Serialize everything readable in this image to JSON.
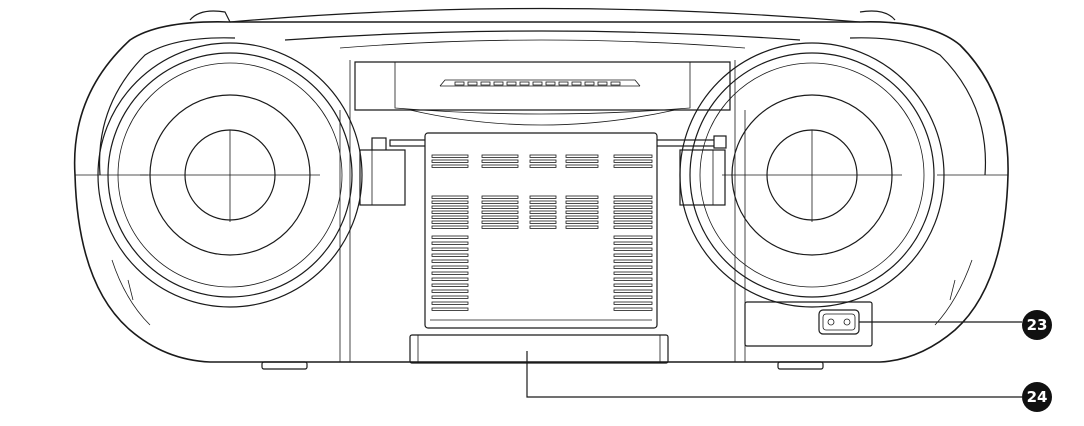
{
  "figure": {
    "subject": "portable-cd-radio-rear-view",
    "callouts": [
      {
        "id": "23",
        "label": "23",
        "part": "ac-power-socket"
      },
      {
        "id": "24",
        "label": "24",
        "part": "battery-compartment-cover"
      }
    ],
    "colors": {
      "line": "#1a1a1a",
      "callout_fill": "#111111",
      "background": "#ffffff"
    }
  }
}
